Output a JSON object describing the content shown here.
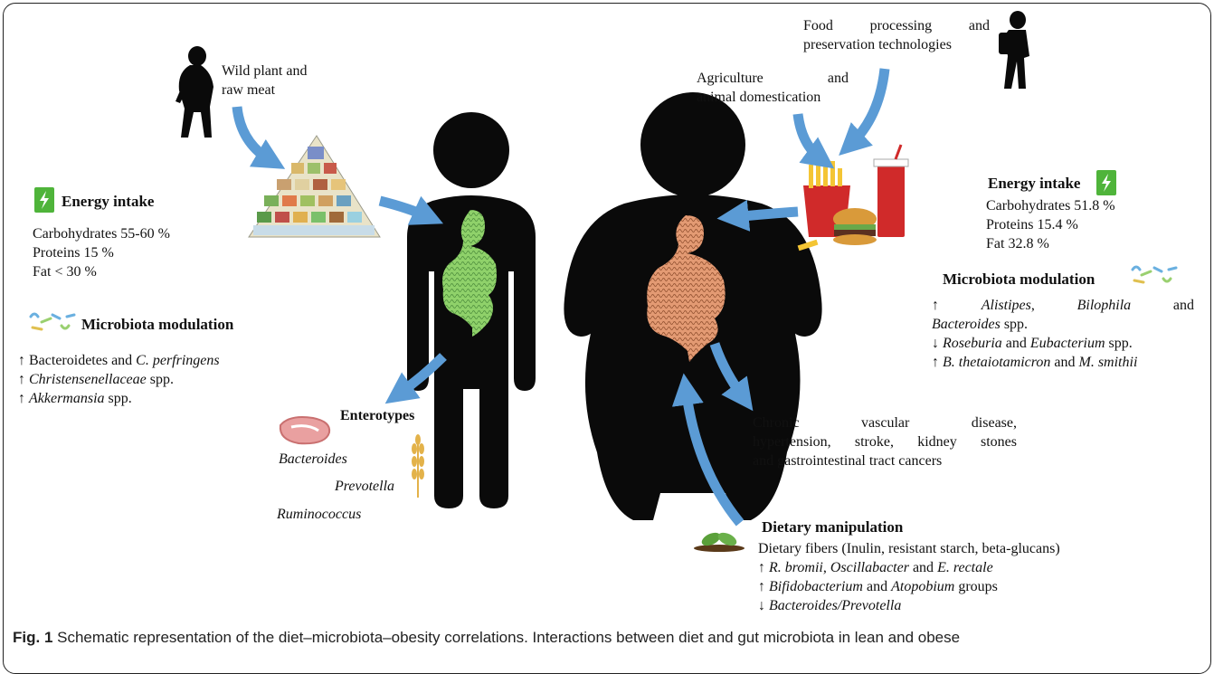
{
  "left": {
    "source_label": [
      "Wild plant and",
      "raw meat"
    ],
    "energy_title": "Energy intake",
    "energy_lines": [
      "Carbohydrates 55-60 %",
      "Proteins 15 %",
      "Fat < 30 %"
    ],
    "microbiota_title": "Microbiota modulation",
    "microbiota_lines": [
      [
        {
          "t": "↑ Bacteroidetes and ",
          "s": ""
        },
        {
          "t": "C. perfringens",
          "s": "i"
        }
      ],
      [
        {
          "t": "↑ ",
          "s": ""
        },
        {
          "t": "Christensenellaceae",
          "s": "i"
        },
        {
          "t": " spp.",
          "s": ""
        }
      ],
      [
        {
          "t": "↑ ",
          "s": ""
        },
        {
          "t": "Akkermansia",
          "s": "i"
        },
        {
          "t": " spp.",
          "s": ""
        }
      ]
    ],
    "enterotypes_title": "Enterotypes",
    "enterotypes": [
      "Bacteroides",
      "Prevotella",
      "Ruminococcus"
    ]
  },
  "right": {
    "food_processing": [
      "Food processing and",
      "preservation technologies"
    ],
    "agriculture": [
      "Agriculture and",
      "animal domestication"
    ],
    "energy_title": "Energy intake",
    "energy_lines": [
      "Carbohydrates 51.8 %",
      "Proteins 15.4 %",
      "Fat 32.8 %"
    ],
    "microbiota_title": "Microbiota modulation",
    "microbiota_lines": [
      [
        {
          "t": "↑ ",
          "s": ""
        },
        {
          "t": "Alistipes",
          "s": "i"
        },
        {
          "t": ", ",
          "s": ""
        },
        {
          "t": "Bilophila",
          "s": "i"
        },
        {
          "t": " and",
          "s": ""
        }
      ],
      [
        {
          "t": "Bacteroides",
          "s": "i"
        },
        {
          "t": " spp.",
          "s": ""
        }
      ],
      [
        {
          "t": "↓ ",
          "s": ""
        },
        {
          "t": "Roseburia",
          "s": "i"
        },
        {
          "t": " and ",
          "s": ""
        },
        {
          "t": "Eubacterium",
          "s": "i"
        },
        {
          "t": " spp.",
          "s": ""
        }
      ],
      [
        {
          "t": "↑ ",
          "s": ""
        },
        {
          "t": "B. thetaiotamicron",
          "s": "i"
        },
        {
          "t": " and ",
          "s": ""
        },
        {
          "t": "M. smithii",
          "s": "i"
        }
      ]
    ],
    "disease_lines": [
      "Chronic vascular disease,",
      "hypertension, stroke, kidney stones",
      "and gastrointestinal tract cancers"
    ],
    "dietary_title": "Dietary manipulation",
    "dietary_lines": [
      [
        {
          "t": "Dietary fibers (Inulin, resistant starch, beta-glucans)",
          "s": ""
        }
      ],
      [
        {
          "t": "↑ ",
          "s": ""
        },
        {
          "t": "R. bromii",
          "s": "i"
        },
        {
          "t": ", ",
          "s": ""
        },
        {
          "t": "Oscillabacter",
          "s": "i"
        },
        {
          "t": " and ",
          "s": ""
        },
        {
          "t": "E. rectale",
          "s": "i"
        }
      ],
      [
        {
          "t": "↑ ",
          "s": ""
        },
        {
          "t": "Bifidobacterium",
          "s": "i"
        },
        {
          "t": " and ",
          "s": ""
        },
        {
          "t": "Atopobium",
          "s": "i"
        },
        {
          "t": " groups",
          "s": ""
        }
      ],
      [
        {
          "t": "↓ ",
          "s": ""
        },
        {
          "t": "Bacteroides/Prevotella",
          "s": "i"
        }
      ]
    ]
  },
  "caption": {
    "label": "Fig. 1",
    "text": "Schematic representation of the diet–microbiota–obesity correlations. Interactions between diet and gut microbiota in lean and obese"
  },
  "colors": {
    "arrow": "#5b9bd5",
    "lean_gut": "#8fd16a",
    "obese_gut": "#e39a73",
    "energy_icon": "#4fb43a",
    "silhouette": "#0a0a0a"
  }
}
